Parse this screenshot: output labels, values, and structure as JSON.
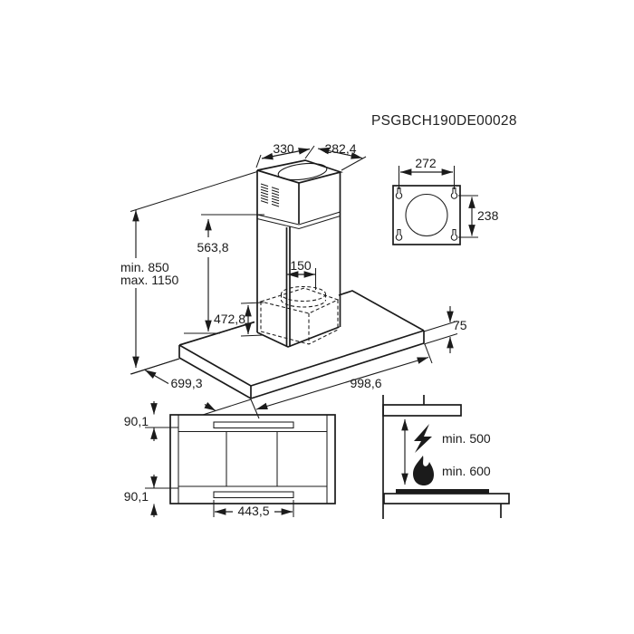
{
  "drawing_code": "PSGBCH190DE00028",
  "line_color": "#1b1b1b",
  "main_view": {
    "dim_chimney_top_width": "330",
    "dim_chimney_top_depth": "282,4",
    "dim_height_min": "min. 850",
    "dim_height_max": "max. 1150",
    "dim_lower_chimney_height": "563,8",
    "dim_duct_width": "150",
    "dim_hood_body_height": "472,8",
    "dim_canopy_thickness": "75",
    "dim_canopy_width": "998,6",
    "dim_canopy_depth": "699,3"
  },
  "wall_bracket_view": {
    "dim_hole_spacing_horizontal": "272",
    "dim_hole_spacing_vertical": "238"
  },
  "bottom_view": {
    "dim_front_margin": "90,1",
    "dim_rear_margin": "90,1",
    "dim_light_strip_width": "443,5"
  },
  "clearance_view": {
    "electric_hob_clearance": "min. 500",
    "gas_hob_clearance": "min. 600"
  }
}
